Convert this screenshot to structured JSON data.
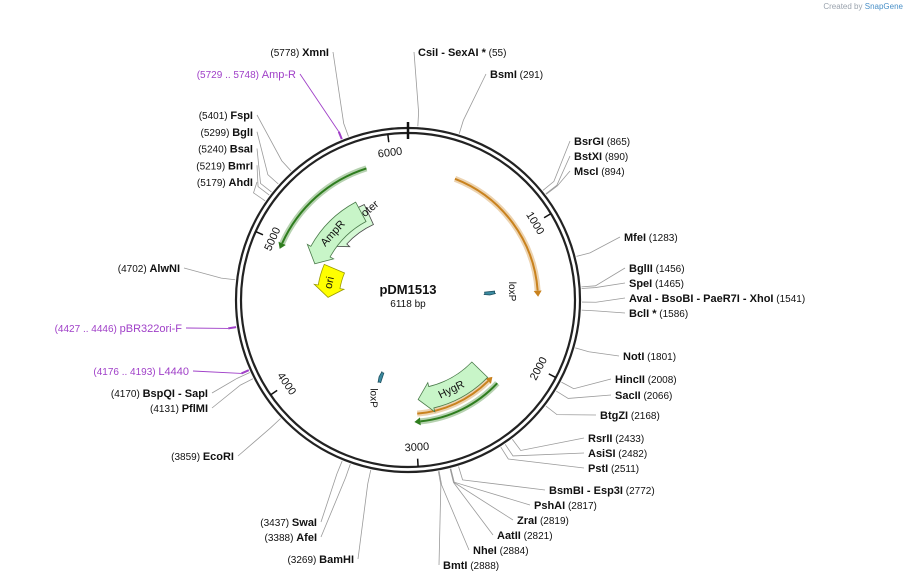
{
  "credit": {
    "prefix": "Created by",
    "brand": "SnapGene"
  },
  "plasmid": {
    "name": "pDM1513",
    "size_label": "6118 bp",
    "total_bp": 6118
  },
  "tick_marks": [
    {
      "bp": 1000,
      "label": "1000"
    },
    {
      "bp": 2000,
      "label": "2000"
    },
    {
      "bp": 3000,
      "label": "3000"
    },
    {
      "bp": 4000,
      "label": "4000"
    },
    {
      "bp": 5000,
      "label": "5000"
    },
    {
      "bp": 6000,
      "label": "6000"
    }
  ],
  "features": [
    {
      "name": "AmpR promoter",
      "start": 5180,
      "end": 5700,
      "direction": "reverse",
      "color": "#d4f8d4",
      "stroke": "#4a4a4a"
    },
    {
      "name": "AmpR",
      "start": 4950,
      "end": 5640,
      "direction": "reverse",
      "color": "#c8f5c8",
      "stroke": "#4a7a4a"
    },
    {
      "name": "ori",
      "start": 4620,
      "end": 4980,
      "direction": "reverse",
      "color": "#ffff00",
      "stroke": "#9a9a00"
    },
    {
      "name": "HygR",
      "start": 2280,
      "end": 2960,
      "direction": "forward",
      "color": "#c8f5c8",
      "stroke": "#4a7a4a"
    },
    {
      "name": "loxP",
      "start": 1430,
      "end": 1470,
      "direction": "forward",
      "color": "#3a8aa0",
      "stroke": "#1e5060"
    },
    {
      "name": "loxP",
      "start": 3370,
      "end": 3410,
      "direction": "forward",
      "color": "#3a8aa0",
      "stroke": "#1e5060"
    }
  ],
  "orfs": [
    {
      "start": 5000,
      "end": 5820,
      "color": "#2e7d1e",
      "direction": "reverse"
    },
    {
      "start": 360,
      "end": 1460,
      "color": "#c9821e",
      "direction": "forward"
    },
    {
      "start": 2260,
      "end": 2960,
      "color": "#2e7d1e",
      "direction": "forward"
    },
    {
      "start": 2300,
      "end": 2980,
      "color": "#c9821e",
      "direction": "reverse"
    }
  ],
  "primers": [
    {
      "label": "Amp-R",
      "range": "(5729 .. 5748)",
      "color": "#a040c8",
      "bp": 5738
    },
    {
      "label": "pBR322ori-F",
      "range": "(4427 .. 4446)",
      "color": "#a040c8",
      "bp": 4436
    },
    {
      "label": "L4440",
      "range": "(4176 .. 4193)",
      "color": "#a040c8",
      "bp": 4184
    }
  ],
  "sites_right": [
    {
      "names": [
        "CsiI",
        "SexAI *"
      ],
      "pos": "(55)",
      "bp": 55
    },
    {
      "names": [
        "BsmI"
      ],
      "pos": "(291)",
      "bp": 291
    },
    {
      "names": [
        "BsrGI"
      ],
      "pos": "(865)",
      "bp": 865
    },
    {
      "names": [
        "BstXI"
      ],
      "pos": "(890)",
      "bp": 890
    },
    {
      "names": [
        "MscI"
      ],
      "pos": "(894)",
      "bp": 894
    },
    {
      "names": [
        "MfeI"
      ],
      "pos": "(1283)",
      "bp": 1283
    },
    {
      "names": [
        "BglII"
      ],
      "pos": "(1456)",
      "bp": 1456
    },
    {
      "names": [
        "SpeI"
      ],
      "pos": "(1465)",
      "bp": 1465
    },
    {
      "names": [
        "AvaI",
        "BsoBI",
        "PaeR7I",
        "XhoI"
      ],
      "pos": "(1541)",
      "bp": 1541
    },
    {
      "names": [
        "BclI *"
      ],
      "pos": "(1586)",
      "bp": 1586
    },
    {
      "names": [
        "NotI"
      ],
      "pos": "(1801)",
      "bp": 1801
    },
    {
      "names": [
        "HincII"
      ],
      "pos": "(2008)",
      "bp": 2008
    },
    {
      "names": [
        "SacII"
      ],
      "pos": "(2066)",
      "bp": 2066
    },
    {
      "names": [
        "BtgZI"
      ],
      "pos": "(2168)",
      "bp": 2168
    },
    {
      "names": [
        "RsrII"
      ],
      "pos": "(2433)",
      "bp": 2433
    },
    {
      "names": [
        "AsiSI"
      ],
      "pos": "(2482)",
      "bp": 2482
    },
    {
      "names": [
        "PstI"
      ],
      "pos": "(2511)",
      "bp": 2511
    },
    {
      "names": [
        "BsmBI",
        "Esp3I"
      ],
      "pos": "(2772)",
      "bp": 2772
    },
    {
      "names": [
        "PshAI"
      ],
      "pos": "(2817)",
      "bp": 2817
    },
    {
      "names": [
        "ZraI"
      ],
      "pos": "(2819)",
      "bp": 2819
    },
    {
      "names": [
        "AatII"
      ],
      "pos": "(2821)",
      "bp": 2821
    },
    {
      "names": [
        "NheI"
      ],
      "pos": "(2884)",
      "bp": 2884
    },
    {
      "names": [
        "BmtI"
      ],
      "pos": "(2888)",
      "bp": 2888
    }
  ],
  "sites_left": [
    {
      "names": [
        "XmnI"
      ],
      "pos": "(5778)",
      "bp": 5778
    },
    {
      "names": [
        "FspI"
      ],
      "pos": "(5401)",
      "bp": 5401
    },
    {
      "names": [
        "BglI"
      ],
      "pos": "(5299)",
      "bp": 5299
    },
    {
      "names": [
        "BsaI"
      ],
      "pos": "(5240)",
      "bp": 5240
    },
    {
      "names": [
        "BmrI"
      ],
      "pos": "(5219)",
      "bp": 5219
    },
    {
      "names": [
        "AhdI"
      ],
      "pos": "(5179)",
      "bp": 5179
    },
    {
      "names": [
        "AlwNI"
      ],
      "pos": "(4702)",
      "bp": 4702
    },
    {
      "names": [
        "BspQI",
        "SapI"
      ],
      "pos": "(4170)",
      "bp": 4170
    },
    {
      "names": [
        "PflMI"
      ],
      "pos": "(4131)",
      "bp": 4131
    },
    {
      "names": [
        "EcoRI"
      ],
      "pos": "(3859)",
      "bp": 3859
    },
    {
      "names": [
        "SwaI"
      ],
      "pos": "(3437)",
      "bp": 3437
    },
    {
      "names": [
        "AfeI"
      ],
      "pos": "(3388)",
      "bp": 3388
    },
    {
      "names": [
        "BamHI"
      ],
      "pos": "(3269)",
      "bp": 3269
    }
  ]
}
